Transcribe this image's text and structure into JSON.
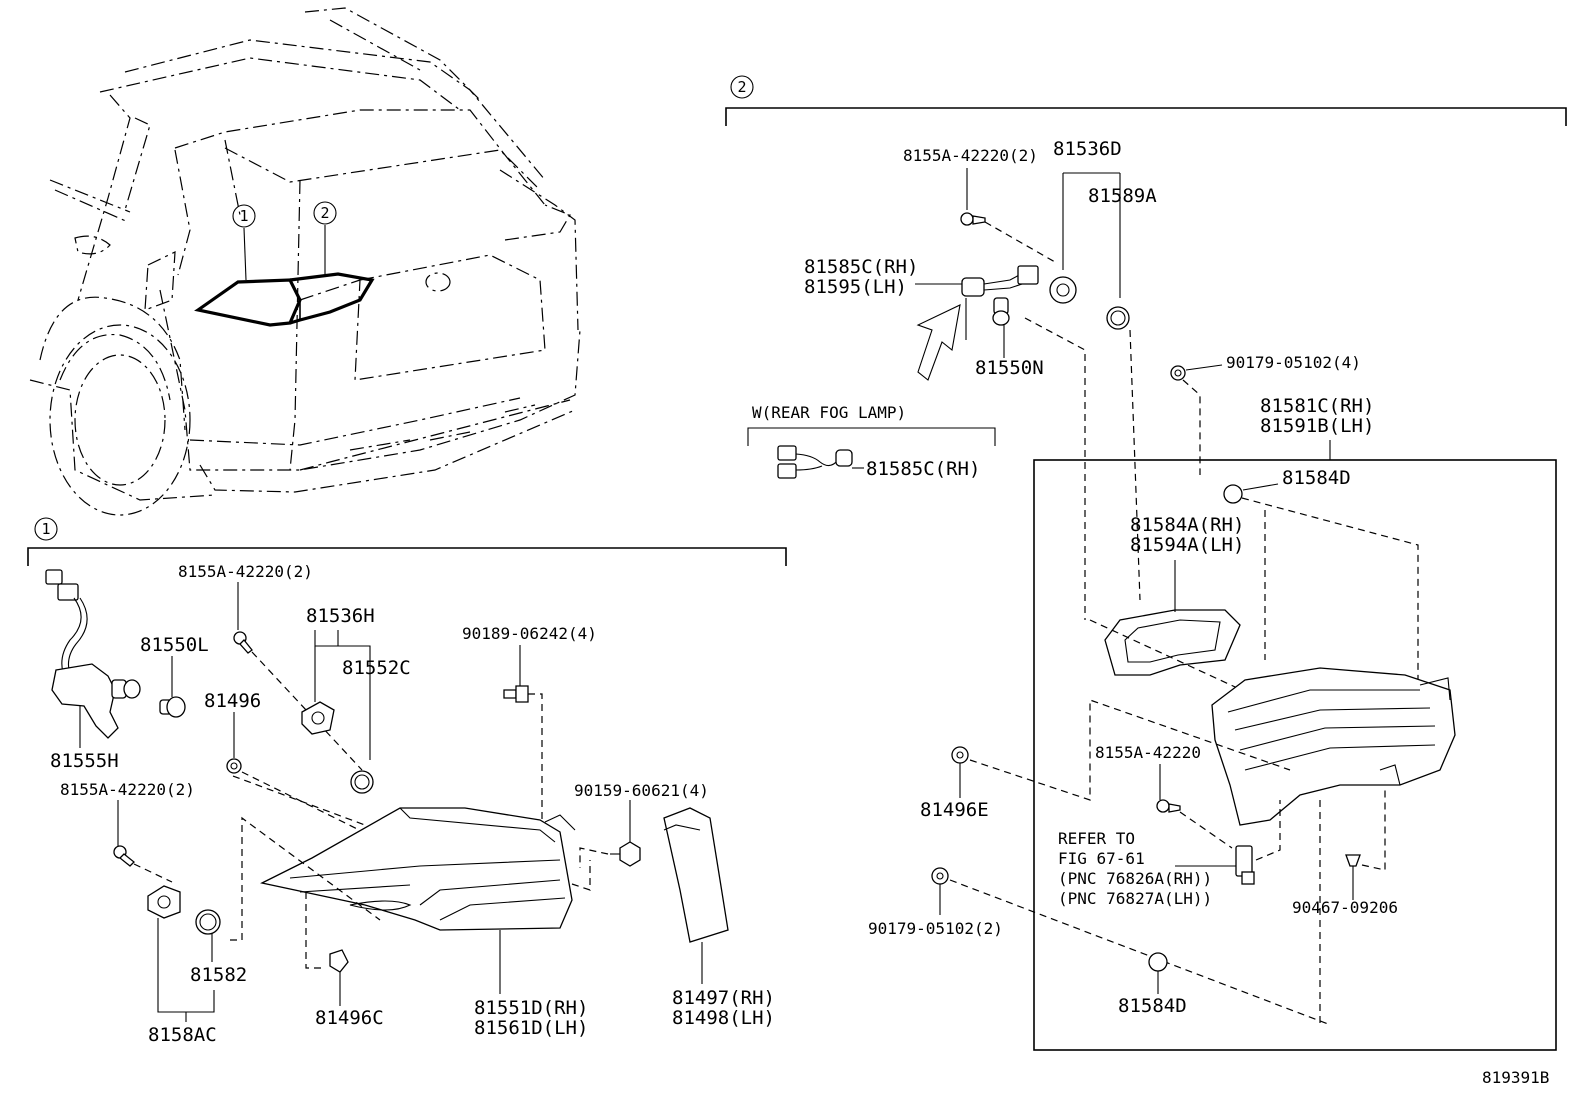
{
  "callouts": {
    "one": "1",
    "two": "2"
  },
  "section_two": {
    "labels": {
      "p_8155A_42220_2": "8155A-42220(2)",
      "p_81536D": "81536D",
      "p_81589A": "81589A",
      "p_81585C_RH": "81585C(RH)",
      "p_81595_LH": "81595(LH)",
      "p_81550N": "81550N",
      "p_90179_05102_4": "90179-05102(4)",
      "p_81581C_RH": "81581C(RH)",
      "p_81591B_LH": "81591B(LH)",
      "p_81584D_top": "81584D",
      "p_81584A_RH": "81584A(RH)",
      "p_81594A_LH": "81594A(LH)",
      "p_81496E": "81496E",
      "p_8155A_42220": "8155A-42220",
      "refer_1": "REFER TO",
      "refer_2": "FIG 67-61",
      "refer_3": "(PNC 76826A(RH))",
      "refer_4": "(PNC 76827A(LH))",
      "p_90467_09206": "90467-09206",
      "p_90179_05102_2": "90179-05102(2)",
      "p_81584D_bottom": "81584D"
    },
    "fog": {
      "title": "W(REAR FOG LAMP)",
      "part": "81585C(RH)"
    }
  },
  "section_one": {
    "labels": {
      "p_8155A_42220_2_top": "8155A-42220(2)",
      "p_81536H": "81536H",
      "p_81552C": "81552C",
      "p_81550L": "81550L",
      "p_81496": "81496",
      "p_81555H": "81555H",
      "p_8155A_42220_2_bottom": "8155A-42220(2)",
      "p_90189_06242_4": "90189-06242(4)",
      "p_90159_60621_4": "90159-60621(4)",
      "p_81582": "81582",
      "p_8158AC": "8158AC",
      "p_81496C": "81496C",
      "p_81551D_RH": "81551D(RH)",
      "p_81561D_LH": "81561D(LH)",
      "p_81497_RH": "81497(RH)",
      "p_81498_LH": "81498(LH)"
    }
  },
  "diagram_id": "819391B"
}
